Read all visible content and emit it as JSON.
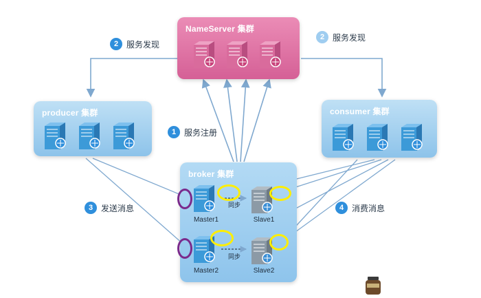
{
  "colors": {
    "nameserver_cluster": "#e07aa8",
    "cluster_blue": "#a9d3ef",
    "broker_cluster": "#9ccbec",
    "arrow": "#7fa8cf",
    "step_dark": "#2f8fdc",
    "step_light": "#9fcdf0",
    "highlight_yellow": "#ffee00",
    "highlight_purple": "#7a2a8c"
  },
  "nameserver": {
    "title": "NameServer 集群"
  },
  "producer": {
    "title": "producer 集群"
  },
  "consumer": {
    "title": "consumer 集群"
  },
  "broker": {
    "title": "broker 集群",
    "master1": "Master1",
    "slave1": "Slave1",
    "master2": "Master2",
    "slave2": "Slave2",
    "sync_label_1": "同步",
    "sync_label_2": "同步"
  },
  "steps": [
    {
      "num": "2",
      "label": "服务发现",
      "tone": "dark"
    },
    {
      "num": "2",
      "label": "服务发现",
      "tone": "light"
    },
    {
      "num": "1",
      "label": "服务注册",
      "tone": "dark"
    },
    {
      "num": "3",
      "label": "发送消息",
      "tone": "dark"
    },
    {
      "num": "4",
      "label": "消费消息",
      "tone": "dark"
    }
  ]
}
